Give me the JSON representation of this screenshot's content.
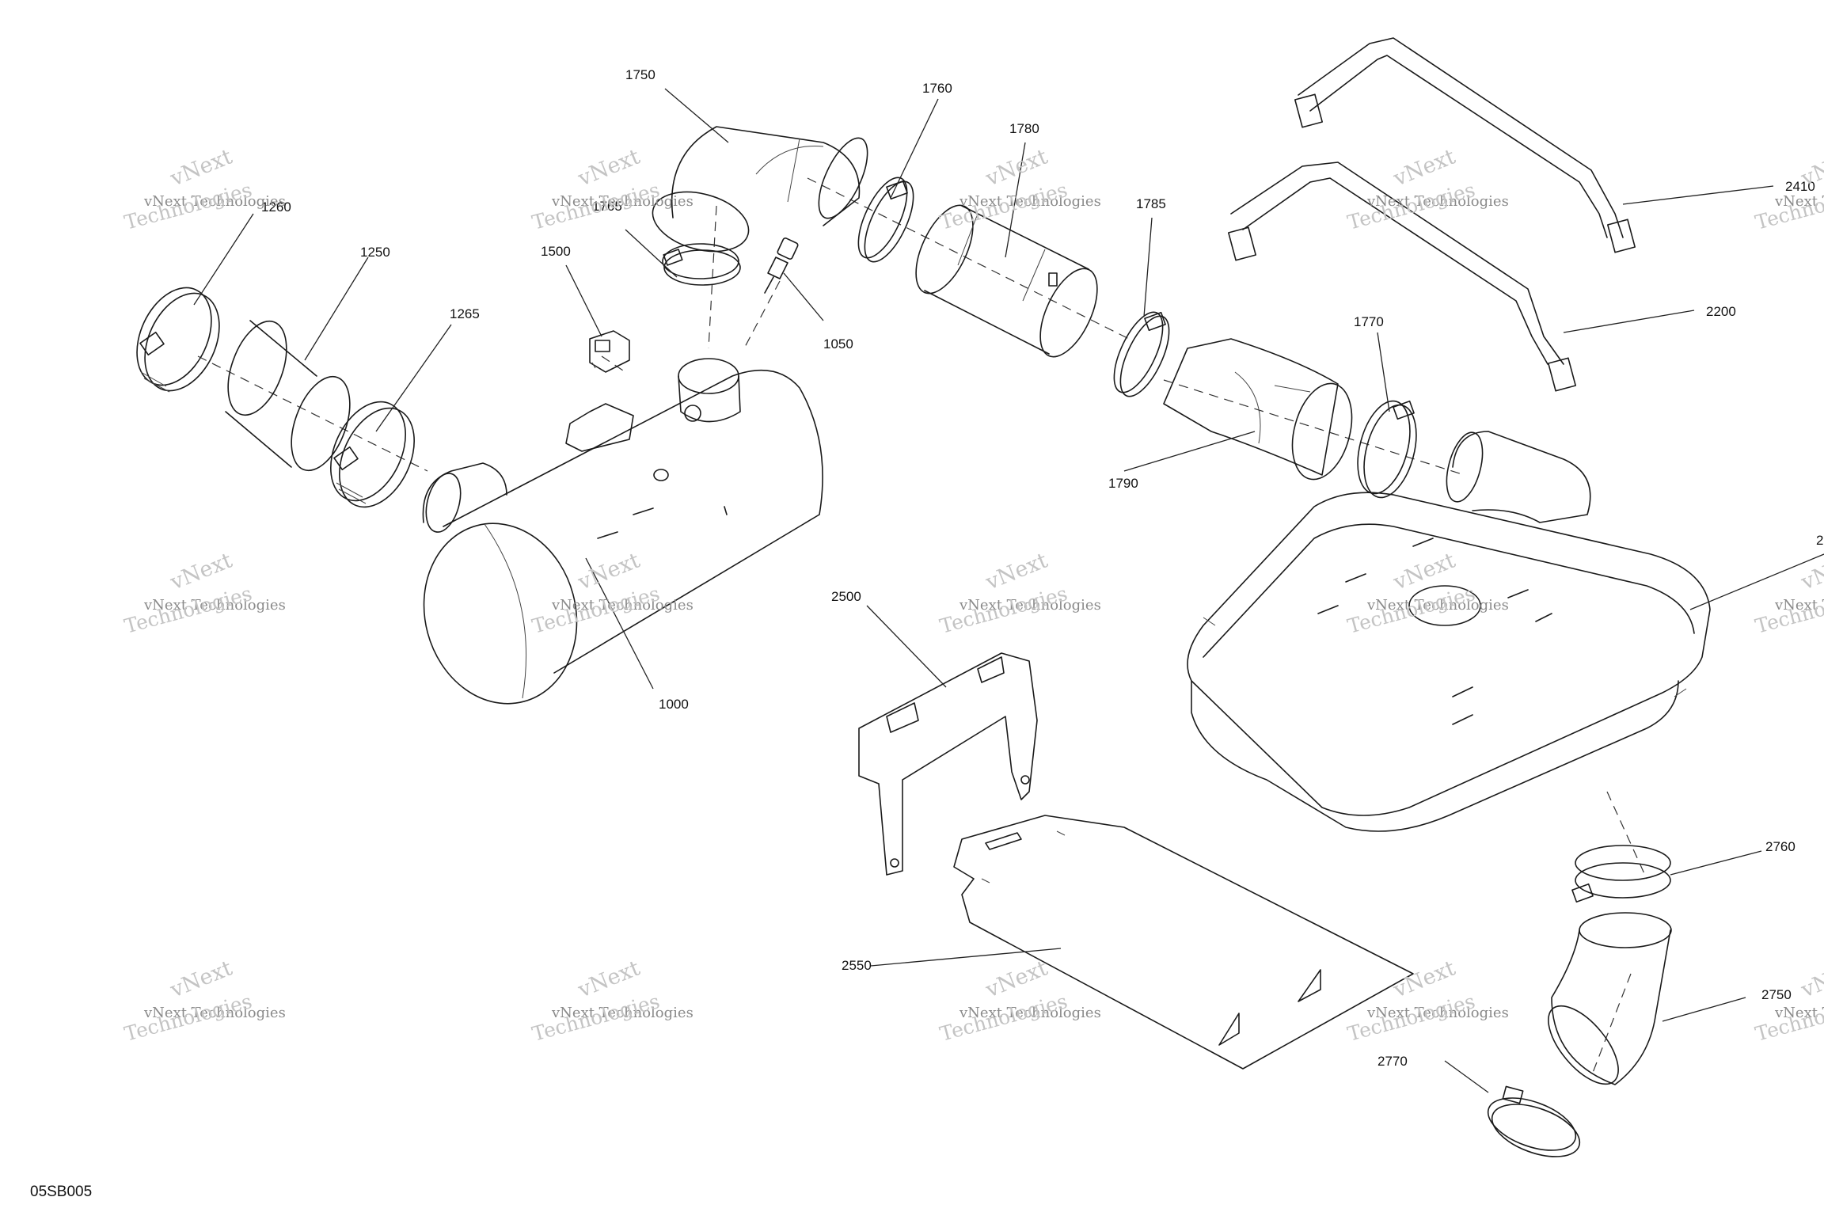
{
  "drawing_code": "05SB005",
  "watermark": {
    "line1": "vNext Technologies",
    "line2": "Technologies",
    "line3": "vNext"
  },
  "callouts": {
    "c1750": "1750",
    "c1760": "1760",
    "c1780": "1780",
    "c1785": "1785",
    "c1765": "1765",
    "c1500": "1500",
    "c1050": "1050",
    "c1260": "1260",
    "c1250": "1250",
    "c1265": "1265",
    "c1770": "1770",
    "c1790": "1790",
    "c2410": "2410",
    "c2200": "2200",
    "c2500": "2500",
    "c1000": "1000",
    "c2550": "2550",
    "c2760": "2760",
    "c2750": "2750",
    "c2770": "2770",
    "c2edge": "2"
  }
}
